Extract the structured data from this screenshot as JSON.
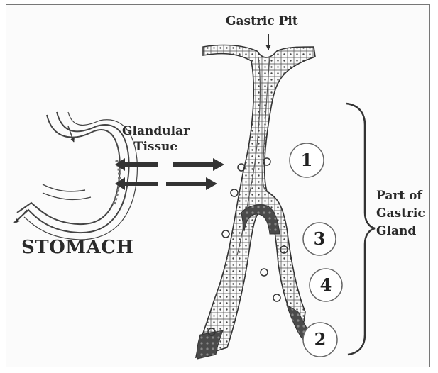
{
  "labels": {
    "gastric_pit": "Gastric Pit",
    "glandular_tissue": "Glandular\nTissue",
    "stomach": "STOMACH",
    "part_of_gland": "Part of\nGastric\nGland"
  },
  "regions": [
    "1",
    "3",
    "4",
    "2"
  ]
}
